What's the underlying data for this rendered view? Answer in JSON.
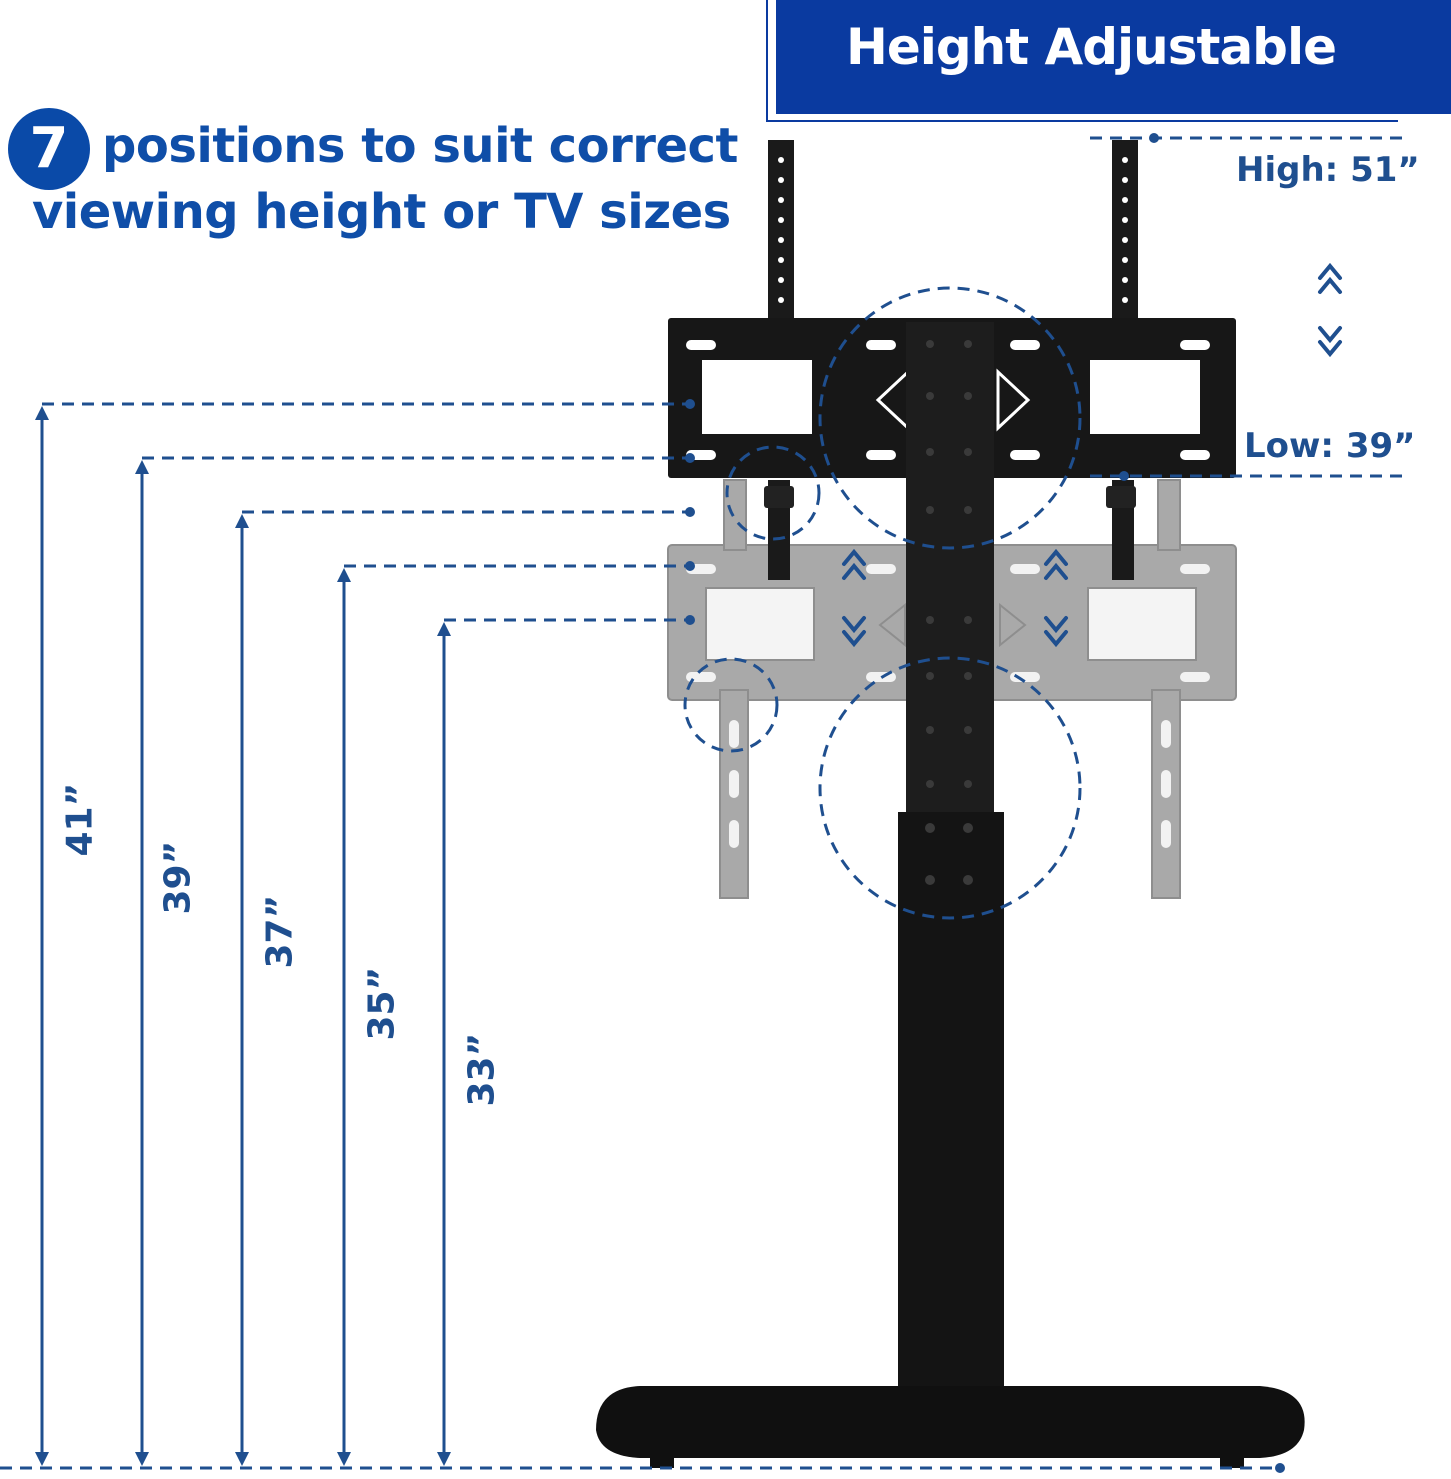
{
  "badge": {
    "title": "Height Adjustable"
  },
  "headline": {
    "number": "7",
    "line1": "positions to suit correct",
    "line2": "viewing height or TV sizes"
  },
  "range": {
    "high": "High: 51”",
    "low": "Low: 39”"
  },
  "dimensions": [
    {
      "label": "41”",
      "value": 41
    },
    {
      "label": "39”",
      "value": 39
    },
    {
      "label": "37”",
      "value": 37
    },
    {
      "label": "35”",
      "value": 35
    },
    {
      "label": "33”",
      "value": 33
    }
  ],
  "colors": {
    "brand_blue": "#0a3aa0",
    "dim_line": "#1f4f8f",
    "stand": "#151515",
    "ghost_mount": "#a9a9a9"
  },
  "icons": [
    "up-chevron-icon",
    "down-chevron-icon"
  ]
}
